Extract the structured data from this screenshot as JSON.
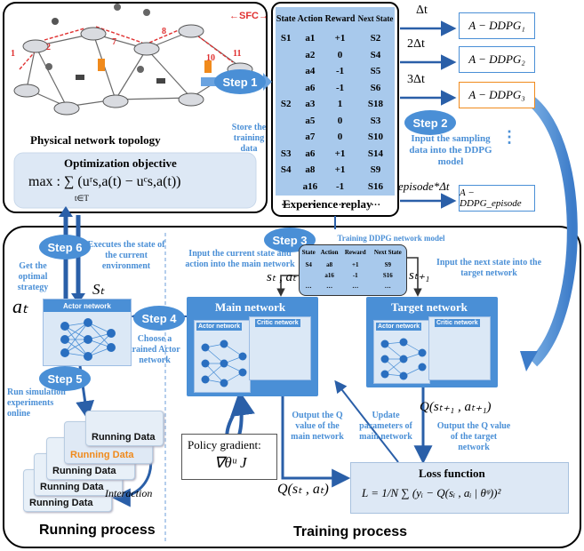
{
  "topology": {
    "title": "Physical network topology",
    "sfc_label": "←SFC→",
    "link_numbers": [
      "1",
      "2",
      "7",
      "8",
      "10",
      "11"
    ],
    "objective_title": "Optimization objective",
    "objective_formula": "max : ∑ (uʳs,a(t) − uᶜs,a(t))",
    "objective_sub": "t∈T"
  },
  "replay": {
    "headers": [
      "State",
      "Action",
      "Reward",
      "Next State"
    ],
    "rows": [
      [
        "S1",
        "a1",
        "+1",
        "S2"
      ],
      [
        "",
        "a2",
        "0",
        "S4"
      ],
      [
        "",
        "a4",
        "-1",
        "S5"
      ],
      [
        "",
        "a6",
        "-1",
        "S6"
      ],
      [
        "S2",
        "a3",
        "1",
        "S18"
      ],
      [
        "",
        "a5",
        "0",
        "S3"
      ],
      [
        "",
        "a7",
        "0",
        "S10"
      ],
      [
        "S3",
        "a6",
        "+1",
        "S14"
      ],
      [
        "S4",
        "a8",
        "+1",
        "S9"
      ],
      [
        "",
        "a16",
        "-1",
        "S16"
      ],
      [
        "…",
        "…",
        "…",
        "…"
      ]
    ],
    "title": "Experience replay"
  },
  "steps": {
    "s1": "Step 1",
    "s2": "Step 2",
    "s3": "Step 3",
    "s4": "Step 4",
    "s5": "Step 5",
    "s6": "Step 6"
  },
  "notes": {
    "store": "Store the training data",
    "input_sampling": "Input the sampling data into the DDPG model",
    "training_model": "Training DDPG network model",
    "input_current": "Input the current state and action into the main network",
    "input_next": "Input the next state into the target network",
    "executes": "Executes the state of the current environment",
    "get_optimal": "Get the optimal strategy",
    "choose_actor": "Choose a trained Actor network",
    "run_sim": "Run simulation experiments online",
    "output_q_main": "Output the Q value of the main network",
    "update_params": "Update parameters of main network",
    "output_q_target": "Output the Q value of the target network"
  },
  "deltas": [
    "Δt",
    "2Δt",
    "3Δt",
    "episode*Δt"
  ],
  "ddpg_boxes": [
    "A − DDPG₁",
    "A − DDPG₂",
    "A − DDPG₃",
    "A − DDPG_episode"
  ],
  "mini_table": {
    "headers": [
      "State",
      "Action",
      "Reward",
      "Next State"
    ],
    "rows": [
      [
        "S4",
        "a8",
        "+1",
        "S9"
      ],
      [
        "",
        "a16",
        "-1",
        "S16"
      ],
      [
        "…",
        "…",
        "…",
        "…"
      ]
    ]
  },
  "networks": {
    "main": "Main network",
    "target": "Target network",
    "actor": "Actor network",
    "critic": "Critic network"
  },
  "math": {
    "st": "Sₜ",
    "at": "aₜ",
    "st_at": "sₜ , aₜ",
    "st1": "sₜ₊₁",
    "q_main": "Q(sₜ , aₜ)",
    "q_target": "Q(sₜ₊₁ , aₜ₊₁)",
    "policy_title": "Policy gradient:",
    "policy_formula": "∇θᵘ J",
    "loss_title": "Loss function",
    "loss_formula": "L = 1/N ∑ (yᵢ − Q(sᵢ , aᵢ | θᵠ))²"
  },
  "running": {
    "data_label": "Running Data",
    "interaction": "Interaction",
    "title": "Running process"
  },
  "training_title": "Training process"
}
